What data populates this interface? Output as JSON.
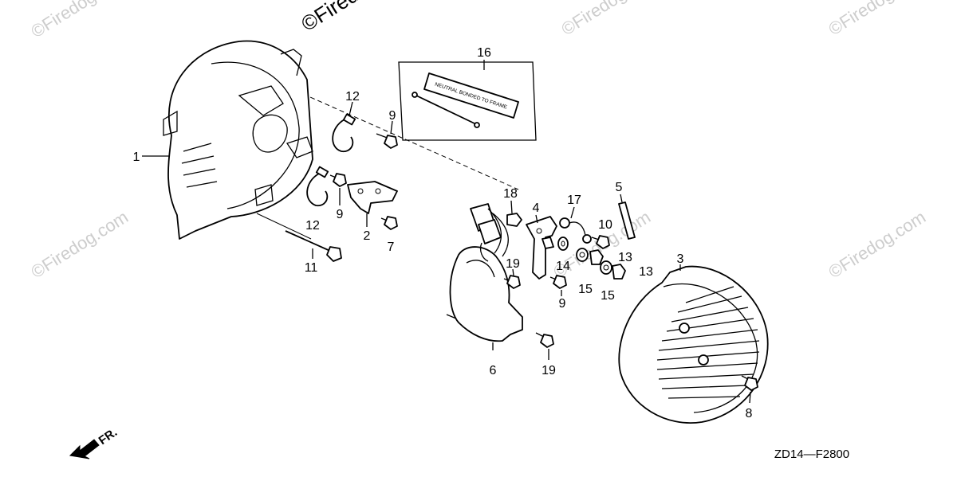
{
  "watermarks": [
    {
      "text": "©Firedog.com"
    },
    {
      "text": "©Firedog.com"
    },
    {
      "text": "©Firedog.com"
    },
    {
      "text": "©Firedog.com"
    },
    {
      "text": "©Firedog.com"
    },
    {
      "text": "©Firedog.com"
    },
    {
      "text": "©Firedog.com"
    }
  ],
  "callouts": {
    "p1": "1",
    "p2": "2",
    "p3": "3",
    "p4": "4",
    "p5": "5",
    "p6": "6",
    "p7": "7",
    "p8": "8",
    "p9a": "9",
    "p9b": "9",
    "p9c": "9",
    "p10": "10",
    "p11": "11",
    "p12a": "12",
    "p12b": "12",
    "p13a": "13",
    "p13b": "13",
    "p14": "14",
    "p15a": "15",
    "p15b": "15",
    "p16": "16",
    "p17": "17",
    "p18": "18",
    "p19a": "19",
    "p19b": "19"
  },
  "tag_text": "NEUTRAL BONDED TO FRAME",
  "front_label": "FR.",
  "diagram_code": "ZD14—F2800"
}
